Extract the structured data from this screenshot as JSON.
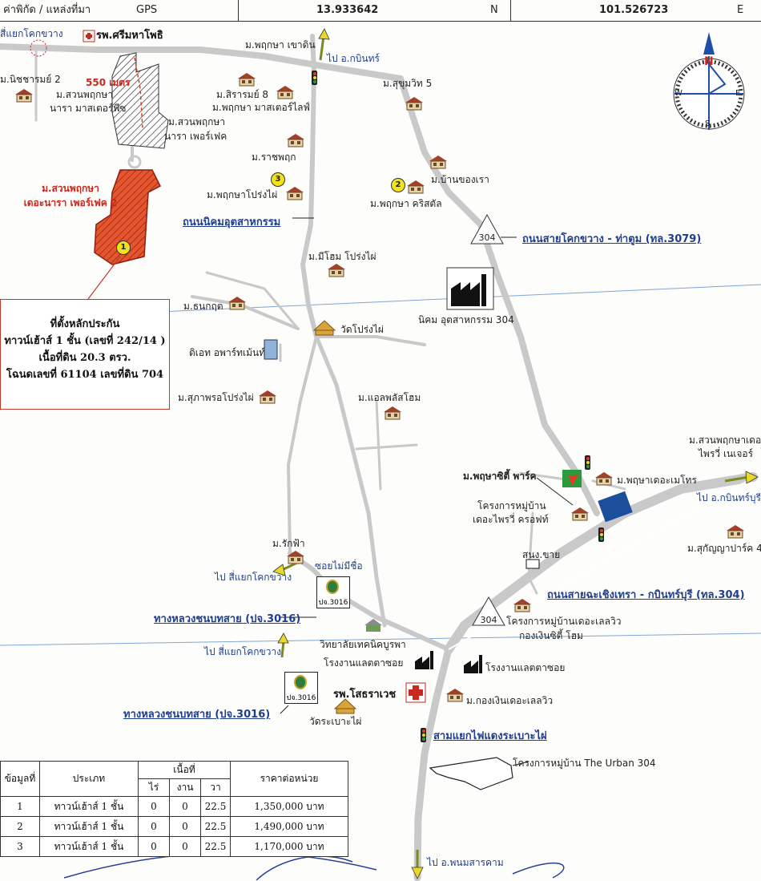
{
  "header": {
    "gps_label": "ค่าพิกัด / แหล่งที่มา",
    "gps_source": "GPS",
    "latitude": "13.933642",
    "lat_dir": "N",
    "longitude": "101.526723",
    "lon_dir": "E"
  },
  "compass": {
    "n": "N",
    "s": "S",
    "e": "E",
    "w": "W"
  },
  "places": {
    "intersection_kokkwang": "สี่แยกโคกขวาง",
    "hospital_srimahapho": "รพ.ศรีมหาโพธิ",
    "nicharom2": "ม.นิชชารมย์ 2",
    "distance": "550 เมตร",
    "suanpruksa_master_1": "ม.สวนพฤกษา",
    "suanpruksa_master_2": "นารา มาสเตอร์พีซ",
    "suanpruksa_perfect_1": "ม.สวนพฤกษา",
    "suanpruksa_perfect_2": "นารา เพอร์เฟค",
    "suanpruksa_perfect2_1": "ม.สวนพฤกษา",
    "suanpruksa_perfect2_2": "เดอะนารา เพอร์เฟค 2",
    "pruksa_khaodin": "ม.พฤกษา เขาดิน",
    "to_kabinburi_top": "ไป อ.กบินทร์",
    "sirarom8": "ม.สิรารมย์ 8",
    "pruksa_masterlife": "ม.พฤกษา มาสเตอร์ไลฟ์",
    "sukhumvit5": "ม.สุขุมวิท 5",
    "ratchapruk": "ม.ราชพฤก",
    "bankongrao": "ม.บ้านของเรา",
    "pruksa_prongmai": "ม.พฤกษาโปร่งไผ่",
    "pruksa_crystal": "ม.พฤกษา คริสตัล",
    "mihome_prongmai": "ม.มีโฮม โปร่งไผ่",
    "thanakrit": "ม.ธนกฤต",
    "wat_prongmai": "วัดโปร่งไผ่",
    "industrial_estate": "นิคม อุตสาหกรรม 304",
    "dh_apartment": "ดิเอท อพาร์ทเม้นท์",
    "supaporn_prongmai": "ม.สุภาพรอโปร่งไผ่",
    "alpha_home": "ม.แอลพลัสโฮม",
    "suanpruksa_forest_1": "ม.สวนพฤกษาเดอ",
    "suanpruksa_forest_2": "ไพรวี่ เนเจอร์",
    "pruksa_city_park": "ม.พฤษาซิตี้ พาร์ค",
    "pruksa_metro": "ม.พฤษาเดอะเมโทร",
    "to_kabinburi_right": "ไป อ.กบินทร์บุรี",
    "privy_croft_1": "โครงการหมู่บ้าน",
    "privy_croft_2": "เดอะไพรวี่ ครอฟท์",
    "sukanya_park": "ม.สุกัญญาปาร์ค 4",
    "substation": "สนง.ขาย",
    "rakfa": "ม.รักฟ้า",
    "unnamed_soi": "ซอยไม่มีชื่อ",
    "to_kokkwang_1": "ไป สี่แยกโคกขวาง",
    "to_kokkwang_2": "ไป สี่แยกโคกขวาง",
    "lake_view_1": "โครงการหมู่บ้านเดอะเลลวิว",
    "lake_view_2": "กองเงินซิตี้ โฮม",
    "tech_college": "วิทยาลัยเทคนิคบูรพา",
    "factory_1": "โรงงานแลตตาซอย",
    "factory_2": "โรงงานแลตตาซอย",
    "hospital_sotharawet": "รพ.โสธราเวช",
    "kongngoen_lakeview": "ม.กองเงินเดอะเลลวิว",
    "wat_rabeubai": "วัดระเบาะไผ่",
    "urban_304": "โครงการหมู่บ้าน The Urban 304",
    "to_phanom": "ไป อ.พนมสารคาม",
    "route_304_a": "304",
    "route_304_b": "304"
  },
  "roads": {
    "industrial_road": "ถนนนิคมอุตสาหกรรม",
    "kokkwang_thatum": "ถนนสายโคกขวาง - ท่าตูม (ทล.3079)",
    "chachoengsao_kabinburi": "ถนนสายฉะเชิงเทรา - กบินทร์บุรี (ทล.304)",
    "rural_3016_a": "ทางหลวงชนบทสาย (ปจ.3016)",
    "rural_3016_b": "ทางหลวงชนบทสาย (ปจ.3016)",
    "traffic_light_junction": "สามแยกไฟแดงระเบาะไผ่"
  },
  "signs": {
    "sign_a": "ปจ.3016",
    "sign_b": "ปจ.3016"
  },
  "markers": {
    "m1": "1",
    "m2": "2",
    "m3": "3"
  },
  "infobox": {
    "line1": "ที่ตั้งหลักประกัน",
    "line2": "ทาวน์เฮ้าส์ 1 ชั้น (เลขที่ 242/14 )",
    "line3": "เนื้อที่ดิน 20.3 ตรว.",
    "line4": "โฉนดเลขที่ 61104 เลขที่ดิน 704"
  },
  "table": {
    "headers": {
      "no": "ข้อมูลที่",
      "type": "ประเภท",
      "area": "เนื้อที่",
      "rai": "ไร่",
      "ngan": "งาน",
      "wa": "วา",
      "price": "ราคาต่อหน่วย"
    },
    "rows": [
      {
        "no": "1",
        "type": "ทาวน์เฮ้าส์ 1 ชั้น",
        "rai": "0",
        "ngan": "0",
        "wa": "22.5",
        "price": "1,350,000 บาท"
      },
      {
        "no": "2",
        "type": "ทาวน์เฮ้าส์ 1 ชั้น",
        "rai": "0",
        "ngan": "0",
        "wa": "22.5",
        "price": "1,490,000 บาท"
      },
      {
        "no": "3",
        "type": "ทาวน์เฮ้าส์ 1 ชั้น",
        "rai": "0",
        "ngan": "0",
        "wa": "22.5",
        "price": "1,170,000 บาท"
      }
    ]
  },
  "colors": {
    "road": "#c9c9c9",
    "road_label": "#1f3e8c",
    "subject": "#d6401f",
    "accent_red": "#c8281e",
    "compass_blue": "#1f4ea8"
  }
}
